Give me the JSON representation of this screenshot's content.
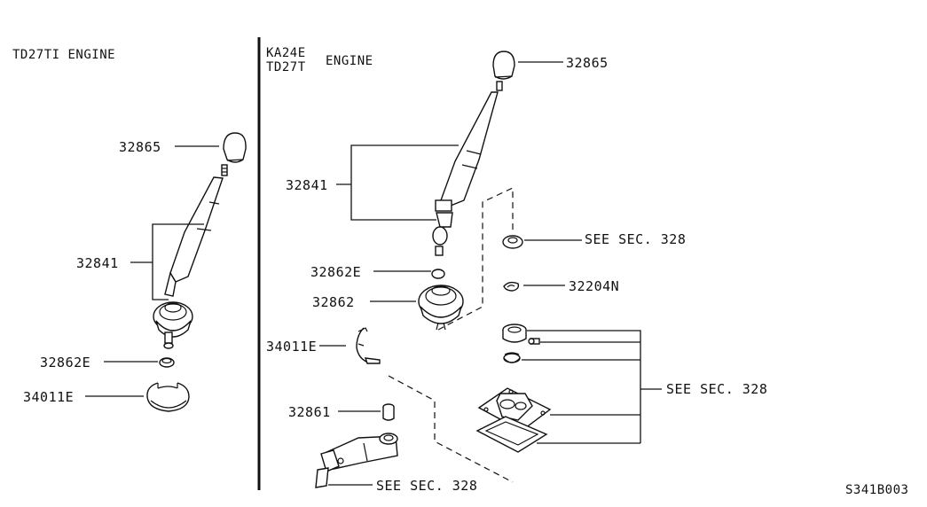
{
  "left_panel": {
    "header": "TD27TI ENGINE",
    "labels": {
      "knob": "32865",
      "lever": "32841",
      "ring": "32862E",
      "band": "34011E"
    }
  },
  "right_panel": {
    "header_line1": "KA24E",
    "header_line2": "TD27T",
    "header_engine": "ENGINE",
    "labels": {
      "knob": "32865",
      "lever": "32841",
      "ring": "32862E",
      "boot": "32862",
      "band": "34011E",
      "bushing": "32861",
      "clip": "32204N",
      "see_sec_top": "SEE SEC. 328",
      "see_sec_mid": "SEE SEC. 328",
      "see_sec_bottom": "SEE SEC. 328"
    }
  },
  "diagram_code": "S341B003"
}
